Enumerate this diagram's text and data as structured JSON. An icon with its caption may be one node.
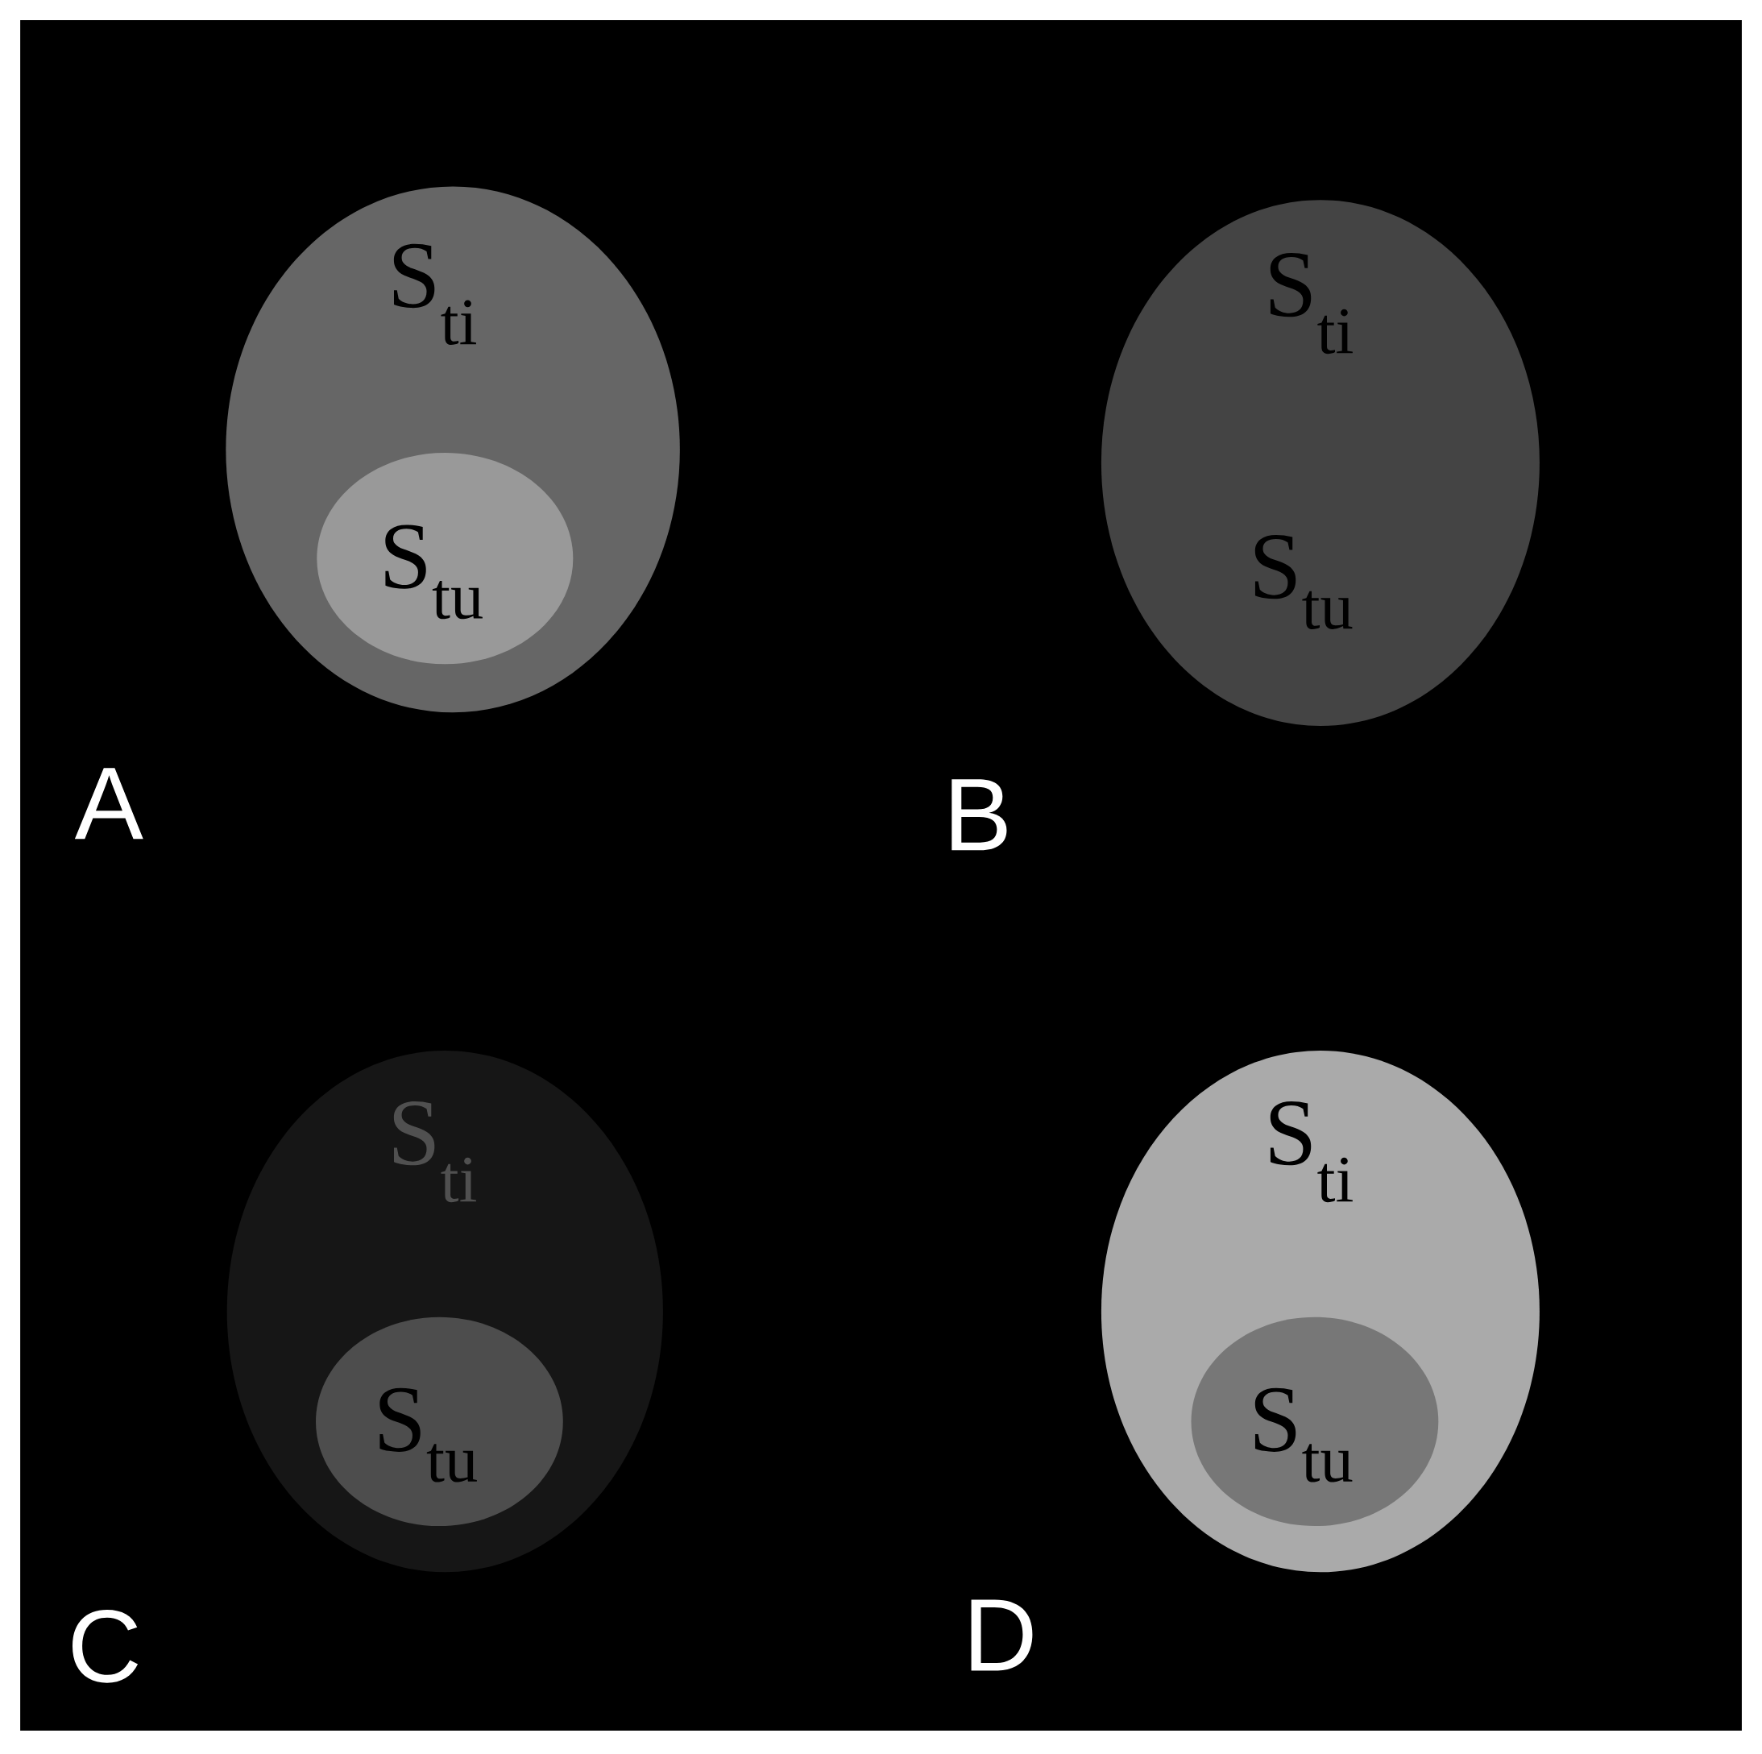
{
  "diagram": {
    "nodes": [
      {
        "text": [
          "S$_{ti}$"
        ]
      },
      {
        "text": [
          "S$_{tu}$"
        ],
        "in": 0
      },
      {
        "text": [
          "S$_{ti}$",
          "S$_{tu}$"
        ]
      },
      {
        "text": [
          "S$_{ti}$"
        ]
      },
      {
        "text": [
          "S$_{tu}$"
        ],
        "in": 3
      },
      {
        "text": [
          "S$_{ti}$"
        ]
      },
      {
        "text": [
          "S$_{tu}$"
        ],
        "in": 5
      }
    ],
    "labels": [
      "A",
      "B",
      "C",
      "D"
    ]
  }
}
